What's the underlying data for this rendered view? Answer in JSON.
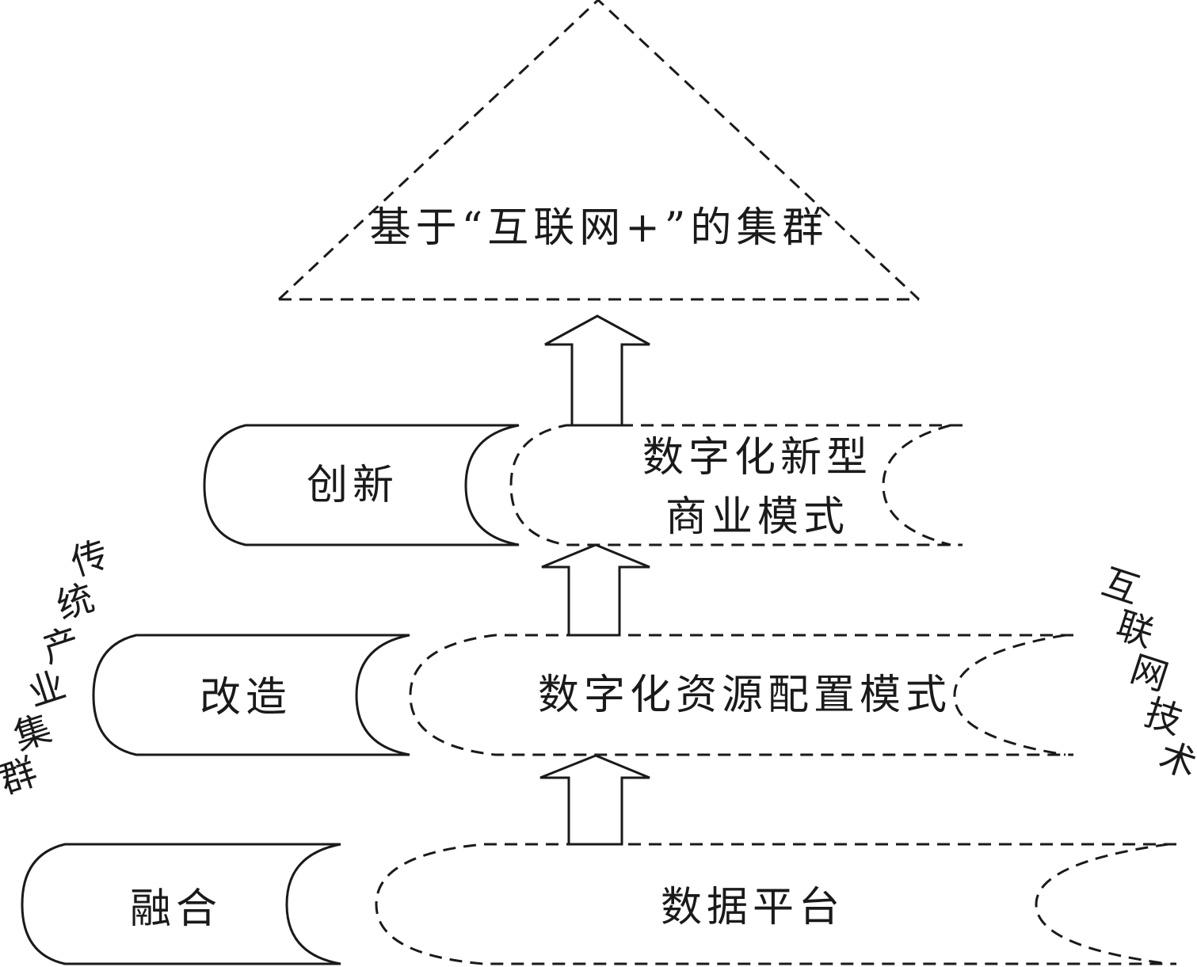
{
  "top": {
    "label": "基于“互联网+”的集群"
  },
  "levels": [
    {
      "left_label": "创新",
      "right_lines": [
        "数字化新型",
        "商业模式"
      ]
    },
    {
      "left_label": "改造",
      "right_lines": [
        "数字化资源配置模式"
      ]
    },
    {
      "left_label": "融合",
      "right_lines": [
        "数据平台"
      ]
    }
  ],
  "left_side_label": [
    "传",
    "统",
    "产",
    "业",
    "集",
    "群"
  ],
  "right_side_label": [
    "互",
    "联",
    "网",
    "技",
    "术"
  ]
}
